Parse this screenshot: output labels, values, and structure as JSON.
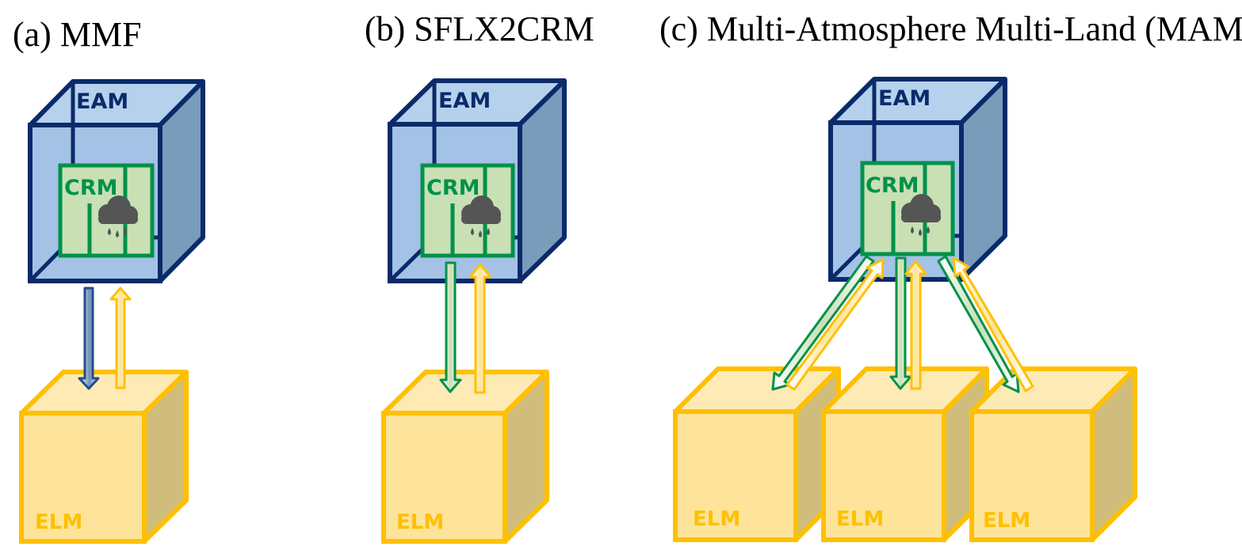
{
  "panels": {
    "a": {
      "title": "(a) MMF",
      "atmosphere_label": "EAM",
      "crm_label": "CRM",
      "land_labels": [
        "ELM"
      ]
    },
    "b": {
      "title": "(b) SFLX2CRM",
      "atmosphere_label": "EAM",
      "crm_label": "CRM",
      "land_labels": [
        "ELM"
      ]
    },
    "c": {
      "title": "(c) Multi-Atmosphere Multi-Land (MAML)",
      "atmosphere_label": "EAM",
      "crm_label": "CRM",
      "land_labels": [
        "ELM",
        "ELM",
        "ELM"
      ]
    }
  },
  "colors": {
    "atmosphere_fill": "#a3c2e6",
    "atmosphere_top": "#b5d1ec",
    "atmosphere_side": "#7a9cbb",
    "atmosphere_edge": "#0a2a6a",
    "crm_fill": "#c8e0b4",
    "crm_edge": "#00914a",
    "cloud": "#555555",
    "land_fill": "#fde49a",
    "land_top": "#fdeab5",
    "land_side": "#d1bd7b",
    "land_edge": "#ffc000",
    "arrow_blue": "#1f4e8c",
    "arrow_yellow": "#ffc000",
    "arrow_green": "#00914a"
  },
  "icons": [
    "rain-cloud-icon"
  ]
}
